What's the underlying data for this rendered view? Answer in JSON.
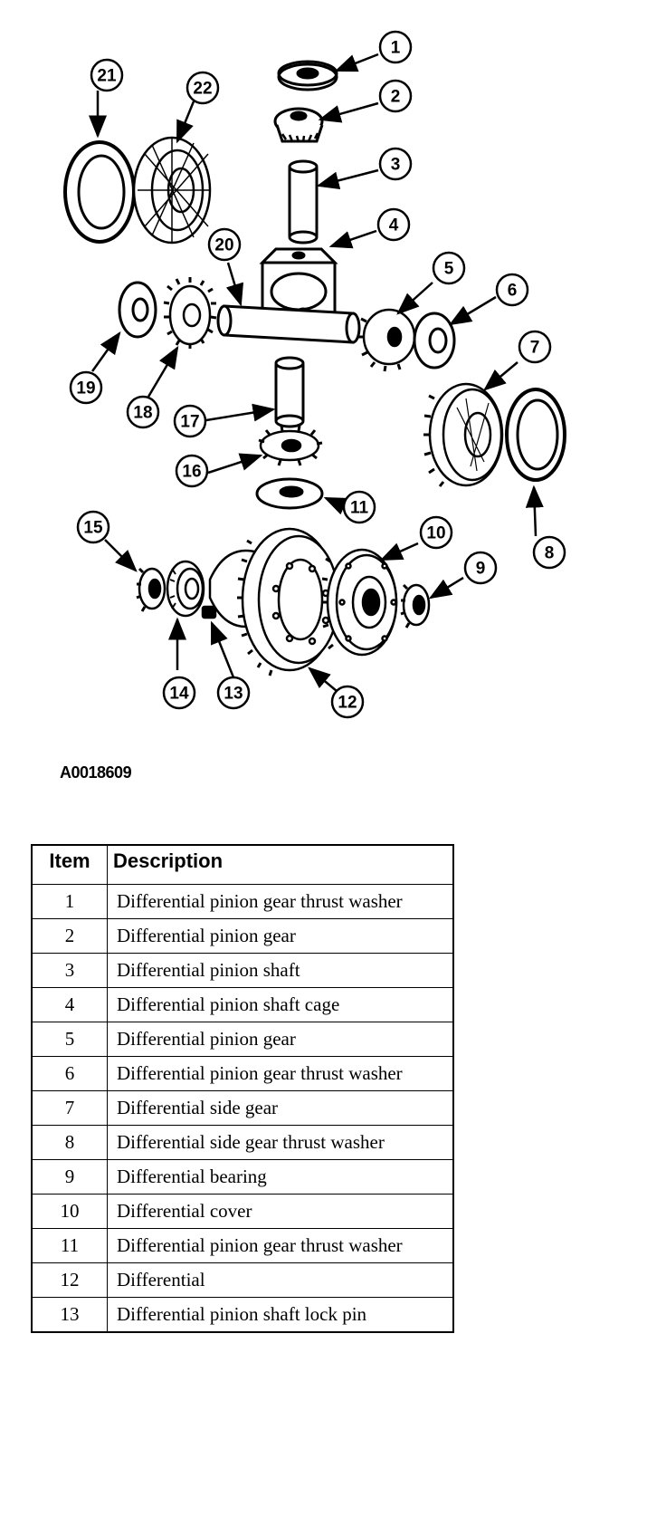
{
  "figure_code": "A0018609",
  "callouts": [
    "1",
    "2",
    "3",
    "4",
    "5",
    "6",
    "7",
    "8",
    "9",
    "10",
    "11",
    "12",
    "13",
    "14",
    "15",
    "16",
    "17",
    "18",
    "19",
    "20",
    "21",
    "22"
  ],
  "table": {
    "headers": {
      "item": "Item",
      "description": "Description"
    },
    "rows": [
      {
        "item": "1",
        "description": "Differential pinion gear thrust washer"
      },
      {
        "item": "2",
        "description": "Differential pinion gear"
      },
      {
        "item": "3",
        "description": "Differential pinion shaft"
      },
      {
        "item": "4",
        "description": "Differential pinion shaft cage"
      },
      {
        "item": "5",
        "description": "Differential pinion gear"
      },
      {
        "item": "6",
        "description": "Differential pinion gear thrust washer"
      },
      {
        "item": "7",
        "description": "Differential side gear"
      },
      {
        "item": "8",
        "description": "Differential side gear thrust washer"
      },
      {
        "item": "9",
        "description": "Differential bearing"
      },
      {
        "item": "10",
        "description": "Differential cover"
      },
      {
        "item": "11",
        "description": "Differential pinion gear thrust washer"
      },
      {
        "item": "12",
        "description": "Differential"
      },
      {
        "item": "13",
        "description": "Differential pinion shaft lock pin"
      }
    ]
  }
}
